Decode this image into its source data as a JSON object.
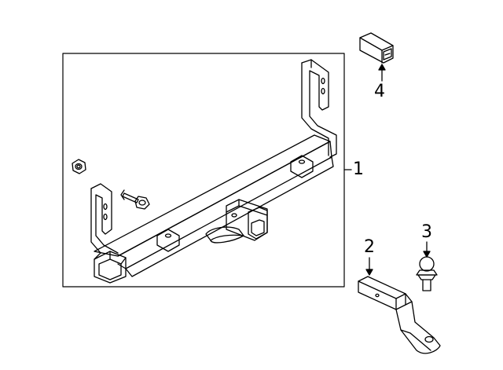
{
  "diagram": {
    "callouts": [
      {
        "id": "1",
        "label": "1",
        "part": "hitch-receiver-assembly"
      },
      {
        "id": "2",
        "label": "2",
        "part": "ball-mount"
      },
      {
        "id": "3",
        "label": "3",
        "part": "hitch-ball"
      },
      {
        "id": "4",
        "label": "4",
        "part": "receiver-cover"
      }
    ]
  }
}
